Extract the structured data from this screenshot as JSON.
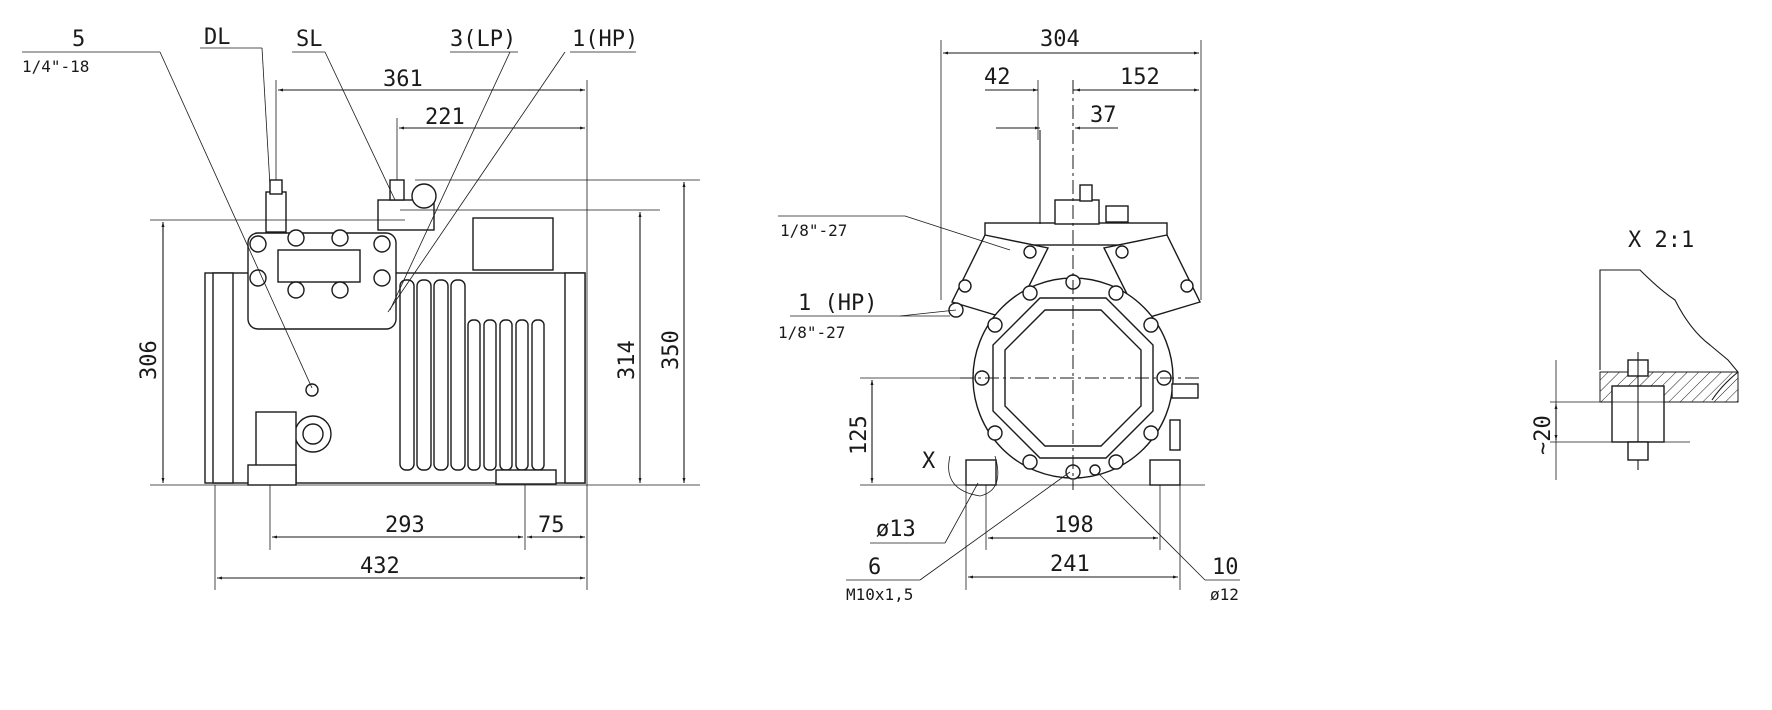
{
  "side_view": {
    "callouts": {
      "item5": "5",
      "item5_thread": "1/4\"-18",
      "dl": "DL",
      "sl": "SL",
      "lp": "3(LP)",
      "hp": "1(HP)"
    },
    "dims": {
      "d361": "361",
      "d221": "221",
      "d306": "306",
      "d314": "314",
      "d350": "350",
      "d293": "293",
      "d75": "75",
      "d432": "432"
    }
  },
  "front_view": {
    "dims": {
      "d304": "304",
      "d42": "42",
      "d152": "152",
      "d37": "37",
      "d125": "125",
      "d198": "198",
      "d241": "241"
    },
    "callouts": {
      "thread_top": "1/8\"-27",
      "hp": "1 (HP)",
      "hp_thread": "1/8\"-27",
      "x_mark": "X",
      "hole": "ø13",
      "item6": "6",
      "item6_thread": "M10x1,5",
      "item10": "10",
      "item10_dia": "ø12"
    }
  },
  "detail_view": {
    "title": "X 2:1",
    "dim": "~20"
  }
}
